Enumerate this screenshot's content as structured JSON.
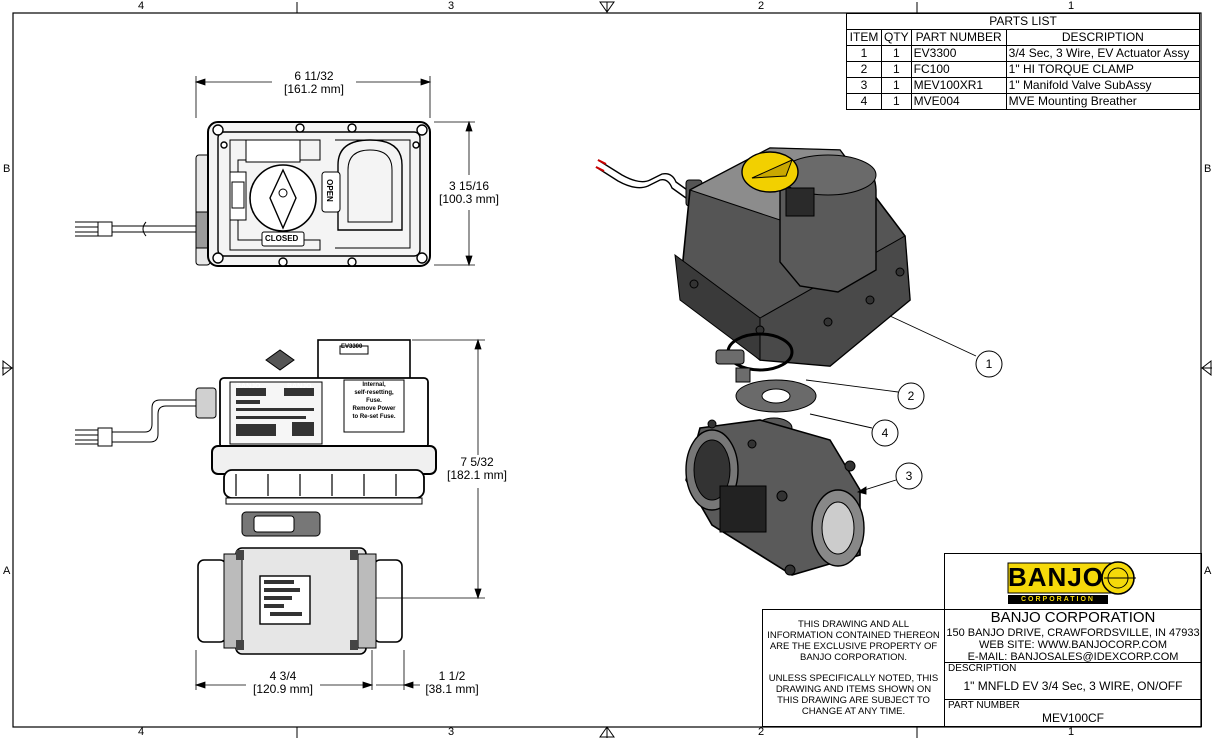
{
  "zones": {
    "top": [
      "4",
      "3",
      "2",
      "1"
    ],
    "bottom": [
      "4",
      "3",
      "2",
      "1"
    ],
    "left": [
      "B",
      "A"
    ],
    "right": [
      "B",
      "A"
    ]
  },
  "dimensions": {
    "top_width": {
      "frac": "6 11/32",
      "mm": "[161.2 mm]"
    },
    "top_height": {
      "frac": "3 15/16",
      "mm": "[100.3 mm]"
    },
    "side_height": {
      "frac": "7 5/32",
      "mm": "[182.1 mm]"
    },
    "bottom_width": {
      "frac": "4 3/4",
      "mm": "[120.9 mm]"
    },
    "pipe_width": {
      "frac": "1 1/2",
      "mm": "[38.1 mm]"
    }
  },
  "actuator_labels": {
    "top_open": "OPEN",
    "top_closed": "CLOSED",
    "side_brand_1": "BANJO",
    "side_brand_2": "BANJO",
    "side_model": "EV3300",
    "side_fuse_notice": [
      "Internal,",
      "self-resetting,",
      "Fuse.",
      "Remove Power",
      "to Re-set Fuse."
    ]
  },
  "balloons": [
    "1",
    "2",
    "4",
    "3"
  ],
  "parts_list": {
    "title": "PARTS LIST",
    "headers": [
      "ITEM",
      "QTY",
      "PART NUMBER",
      "DESCRIPTION"
    ],
    "rows": [
      [
        "1",
        "1",
        "EV3300",
        "3/4 Sec, 3 Wire, EV Actuator Assy"
      ],
      [
        "2",
        "1",
        "FC100",
        "1\" HI TORQUE CLAMP"
      ],
      [
        "3",
        "1",
        "MEV100XR1",
        "1\" Manifold Valve SubAssy"
      ],
      [
        "4",
        "1",
        "MVE004",
        "MVE Mounting Breather"
      ]
    ]
  },
  "title_block": {
    "logo_text": "BANJO",
    "logo_sub": "CORPORATION",
    "company": "BANJO CORPORATION",
    "address": "150 BANJO DRIVE, CRAWFORDSVILLE, IN 47933",
    "website": "WEB SITE: WWW.BANJOCORP.COM",
    "email": "E-MAIL: BANJOSALES@IDEXCORP.COM",
    "notice_1": [
      "THIS DRAWING AND ALL",
      "INFORMATION CONTAINED THEREON",
      "ARE THE EXCLUSIVE PROPERTY OF",
      "BANJO CORPORATION."
    ],
    "notice_2": [
      "UNLESS SPECIFICALLY NOTED, THIS",
      "DRAWING AND ITEMS SHOWN ON",
      "THIS DRAWING ARE SUBJECT TO",
      "CHANGE AT ANY TIME."
    ],
    "description_label": "DESCRIPTION",
    "description": "1\" MNFLD EV 3/4 Sec, 3 WIRE, ON/OFF",
    "part_number_label": "PART NUMBER",
    "part_number": "MEV100CF"
  },
  "colors": {
    "line": "#000000",
    "part_body": "#4a4a4a",
    "part_light": "#8a8a8a",
    "handle_yellow": "#f2d000",
    "logo_yellow": "#f5d90a"
  }
}
